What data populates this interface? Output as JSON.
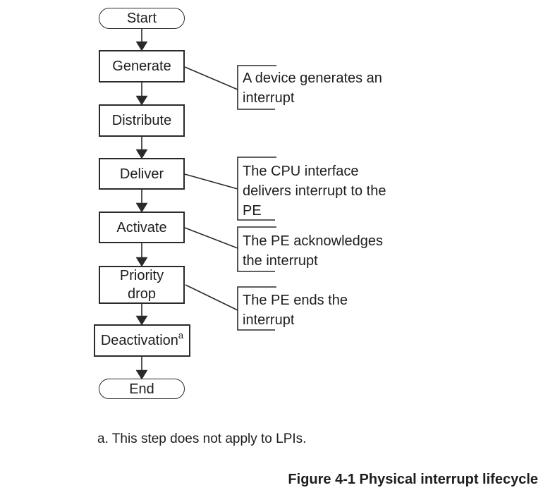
{
  "flowchart": {
    "nodes": {
      "start": {
        "label": "Start"
      },
      "generate": {
        "label": "Generate"
      },
      "distribute": {
        "label": "Distribute"
      },
      "deliver": {
        "label": "Deliver"
      },
      "activate": {
        "label": "Activate"
      },
      "priority_drop": {
        "label": "Priority drop"
      },
      "deactivation": {
        "label": "Deactivation",
        "superscript": "a"
      },
      "end": {
        "label": "End"
      }
    },
    "annotations": {
      "generate": {
        "lines": [
          "A device generates an",
          "interrupt"
        ]
      },
      "deliver": {
        "lines": [
          "The CPU interface",
          "delivers interrupt to the",
          "PE"
        ]
      },
      "activate": {
        "lines": [
          "The PE acknowledges",
          "the interrupt"
        ]
      },
      "priority_drop": {
        "lines": [
          "The PE ends the",
          "interrupt"
        ]
      }
    }
  },
  "footnote": "a. This step does not apply to LPIs.",
  "caption": "Figure 4-1 Physical interrupt lifecycle",
  "colors": {
    "line": "#1d1d1d",
    "text": "#1d1d1d",
    "background": "#ffffff"
  }
}
